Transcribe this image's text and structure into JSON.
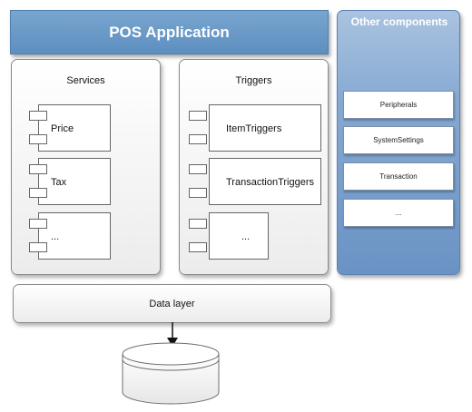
{
  "title": "POS Application",
  "other_components": {
    "title": "Other components",
    "items": [
      "Peripherals",
      "SystemSettings",
      "Transaction",
      "..."
    ]
  },
  "services": {
    "title": "Services",
    "components": [
      "Price",
      "Tax",
      "..."
    ]
  },
  "triggers": {
    "title": "Triggers",
    "components": [
      "ItemTriggers",
      "TransactionTriggers",
      "..."
    ]
  },
  "data_layer": "Data layer",
  "colors": {
    "title_bar": "#6a98c6",
    "side_panel": "#86a9d2",
    "box_border": "#666666"
  }
}
